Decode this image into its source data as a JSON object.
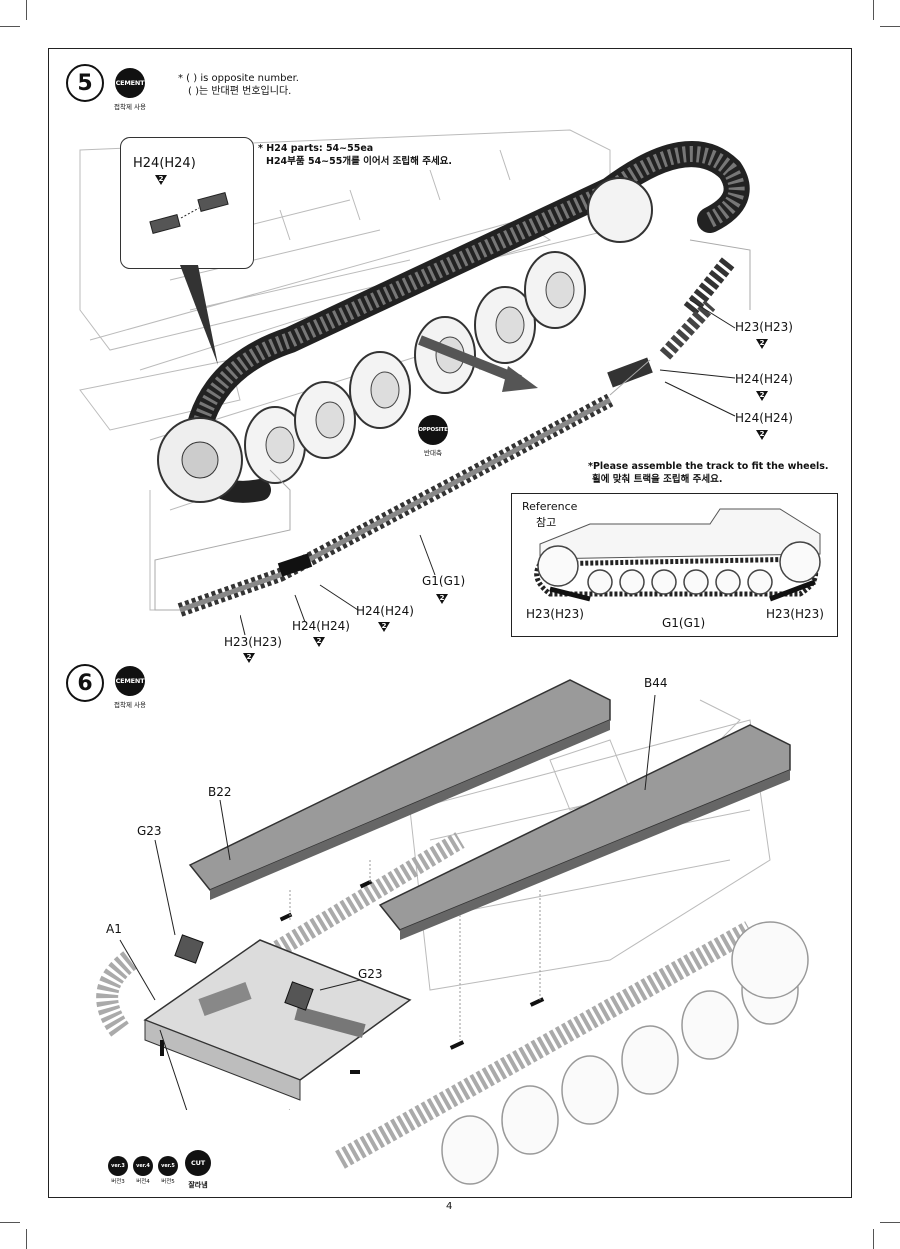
{
  "step5": {
    "number": "5",
    "cement_badge": "CEMENT",
    "cement_caption": "접착제 사용",
    "note_line1": "* (   ) is opposite number.",
    "note_line2": "(   )는 반대편 번호입니다.",
    "h24_note_line1": "* H24 parts: 54~55ea",
    "h24_note_line2": "H24부품 54~55개를 이어서 조립해 주세요.",
    "callout_label": "H24(H24)",
    "callout_qty": "2",
    "opposite_badge": "OPPOSITE",
    "opposite_caption": "반대측",
    "assemble_note_line1": "*Please assemble the track to fit the wheels.",
    "assemble_note_line2": "휠에 맞춰 트랙을 조립해 주세요.",
    "labels": {
      "h23_right": "H23(H23)",
      "h24_right1": "H24(H24)",
      "h24_right2": "H24(H24)",
      "g1": "G1(G1)",
      "h24_mid": "H24(H24)",
      "h24_low": "H24(H24)",
      "h23_left": "H23(H23)"
    },
    "qty": "2",
    "reference": {
      "title": "Reference",
      "title_kr": "참고",
      "h23_left": "H23(H23)",
      "g1": "G1(G1)",
      "h23_right": "H23(H23)"
    }
  },
  "step6": {
    "number": "6",
    "cement_badge": "CEMENT",
    "cement_caption": "접착제 사용",
    "labels": {
      "b44": "B44",
      "b22": "B22",
      "g23_left": "G23",
      "a1": "A1",
      "g23_right": "G23"
    },
    "versions": [
      {
        "badge": "ver.3",
        "caption": "버전3"
      },
      {
        "badge": "ver.4",
        "caption": "버전4"
      },
      {
        "badge": "ver.5",
        "caption": "버전5"
      }
    ],
    "cut_badge": "CUT",
    "cut_caption": "잘라냄"
  },
  "page_number": "4"
}
